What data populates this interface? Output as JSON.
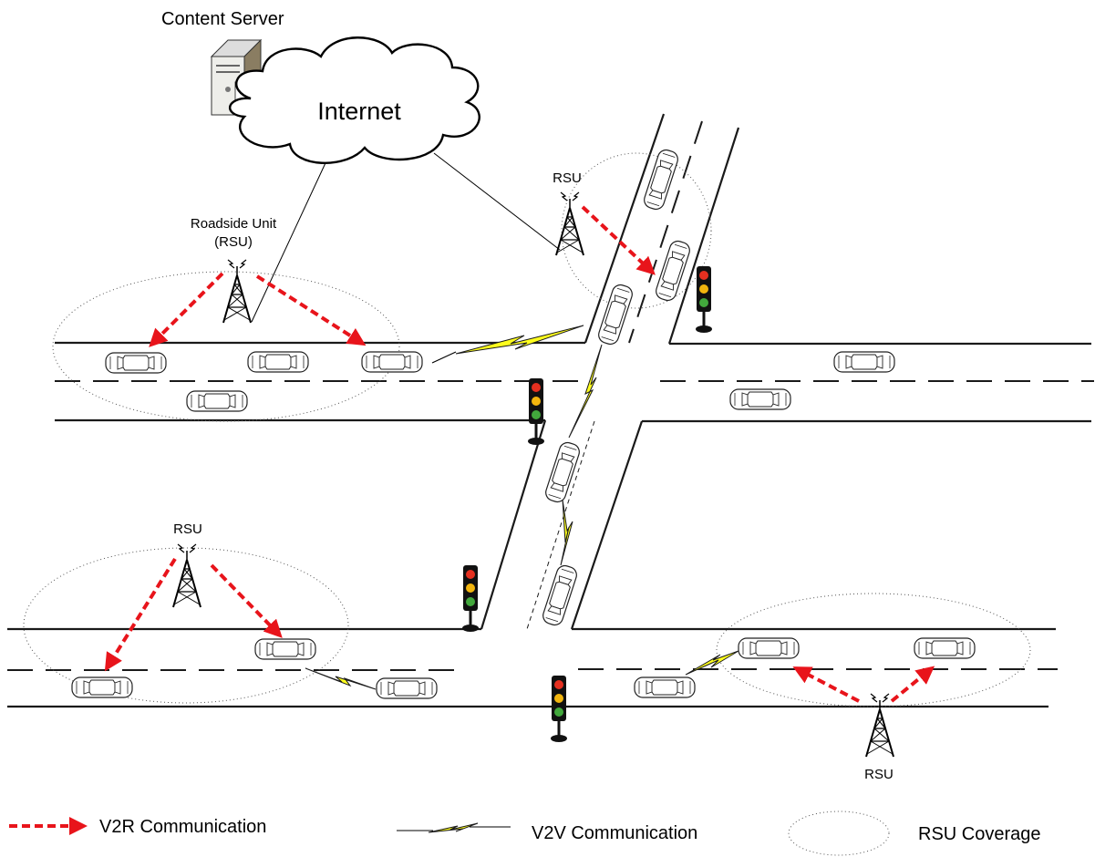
{
  "labels": {
    "content_server": "Content Server",
    "internet": "Internet",
    "roadside_unit_line1": "Roadside Unit",
    "roadside_unit_line2": "(RSU)",
    "rsu_top": "RSU",
    "rsu_left": "RSU",
    "rsu_bottom": "RSU"
  },
  "legend": {
    "v2r": "V2R Communication",
    "v2v": "V2V Communication",
    "coverage": "RSU Coverage"
  },
  "colors": {
    "v2r_arrow": "#e8141b",
    "v2v_link": "#ffff1e",
    "road": "#1a1a1a",
    "coverage": "#555555"
  }
}
